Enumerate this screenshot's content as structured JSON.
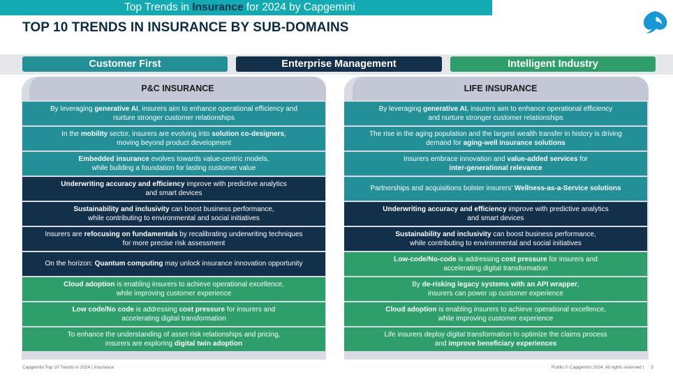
{
  "banner": {
    "pre": "Top Trends in ",
    "highlight": "Insurance",
    "post": " for 2024 by Capgemini"
  },
  "title": "TOP 10 TRENDS IN INSURANCE BY SUB-DOMAINS",
  "logo_icon": "capgemini-spade-icon",
  "categories": [
    {
      "label": "Customer First",
      "color": "#238f97"
    },
    {
      "label": "Enterprise Management",
      "color": "#13304a"
    },
    {
      "label": "Intelligent Industry",
      "color": "#2e9e6a"
    }
  ],
  "pc": {
    "header": "P&C INSURANCE",
    "items": [
      {
        "l1a": "By leveraging ",
        "l1b": "generative AI",
        "l1c": ", insurers aim to enhance operational efficiency and",
        "l2a": "nurture stronger customer relationships",
        "l2b": "",
        "l2c": ""
      },
      {
        "l1a": "In the ",
        "l1b": "mobility",
        "l1c": " sector, insurers are evolving into ",
        "l1d": "solution co-designers",
        "l1e": ",",
        "l2a": "moving beyond product development",
        "l2b": "",
        "l2c": ""
      },
      {
        "l1a": "",
        "l1b": "Embedded insurance",
        "l1c": " evolves towards value-centric models,",
        "l2a": "while building a foundation for lasting customer value",
        "l2b": "",
        "l2c": ""
      },
      {
        "l1a": "",
        "l1b": "Underwriting accuracy and efficiency",
        "l1c": " improve with predictive analytics",
        "l2a": "and smart devices",
        "l2b": "",
        "l2c": ""
      },
      {
        "l1a": "",
        "l1b": "Sustainability and inclusivity",
        "l1c": " can boost business performance,",
        "l2a": "while contributing to environmental and social initiatives",
        "l2b": "",
        "l2c": ""
      },
      {
        "l1a": "Insurers are ",
        "l1b": "refocusing on fundamentals",
        "l1c": " by recalibrating underwriting techniques",
        "l2a": "for more precise risk assessment",
        "l2b": "",
        "l2c": ""
      },
      {
        "l1a": "On the horizon: ",
        "l1b": "Quantum computing",
        "l1c": " may unlock insurance innovation opportunity",
        "l2a": "",
        "l2b": "",
        "l2c": ""
      },
      {
        "l1a": "",
        "l1b": "Cloud adoption",
        "l1c": " is enabling insurers to achieve operational excellence,",
        "l2a": "while improving customer experience",
        "l2b": "",
        "l2c": ""
      },
      {
        "l1a": "",
        "l1b": "Low code/No code",
        "l1c": " is addressing ",
        "l1d": "cost pressure",
        "l1e": " for insurers and",
        "l2a": "accelerating digital transformation",
        "l2b": "",
        "l2c": ""
      },
      {
        "l1a": "To enhance the understanding of asset-risk relationships and pricing,",
        "l1b": "",
        "l1c": "",
        "l2a": "insurers are exploring ",
        "l2b": "digital twin adoption",
        "l2c": ""
      }
    ]
  },
  "life": {
    "header": "LIFE INSURANCE",
    "items": [
      {
        "l1a": "By leveraging ",
        "l1b": "generative AI",
        "l1c": ", insurers aim to enhance operational efficiency",
        "l2a": "and nurture stronger customer relationships",
        "l2b": "",
        "l2c": ""
      },
      {
        "l1a": "The rise in the aging population and the largest wealth transfer in history is driving",
        "l1b": "",
        "l1c": "",
        "l2a": "demand for ",
        "l2b": "aging-well insurance solutions",
        "l2c": ""
      },
      {
        "l1a": "Insurers embrace innovation and ",
        "l1b": "value-added services",
        "l1c": " for",
        "l2a": "",
        "l2b": "inter-generational relevance",
        "l2c": ""
      },
      {
        "l1a": "Partnerships and acquisitions bolster insurers’ ",
        "l1b": "Wellness-as-a-Service solutions",
        "l1c": "",
        "l2a": "",
        "l2b": "",
        "l2c": ""
      },
      {
        "l1a": "",
        "l1b": "Underwriting accuracy and efficiency",
        "l1c": " improve with predictive analytics",
        "l2a": "and smart devices",
        "l2b": "",
        "l2c": ""
      },
      {
        "l1a": "",
        "l1b": "Sustainability and inclusivity",
        "l1c": " can boost business performance,",
        "l2a": "while contributing to environmental and social initiatives",
        "l2b": "",
        "l2c": ""
      },
      {
        "l1a": "",
        "l1b": "Low-code/No-code",
        "l1c": " is addressing ",
        "l1d": "cost pressure",
        "l1e": " for insurers and",
        "l2a": "accelerating digital transformation",
        "l2b": "",
        "l2c": ""
      },
      {
        "l1a": "By ",
        "l1b": "de-risking legacy systems with an API wrapper",
        "l1c": ",",
        "l2a": "insurers can power up customer experience",
        "l2b": "",
        "l2c": ""
      },
      {
        "l1a": "",
        "l1b": "Cloud adoption",
        "l1c": " is enabling insurers to achieve operational excellence,",
        "l2a": "while improving customer experience",
        "l2b": "",
        "l2c": ""
      },
      {
        "l1a": "Life insurers deploy digital transformation to optimize the claims process",
        "l1b": "",
        "l1c": "",
        "l2a": "and ",
        "l2b": "improve beneficiary experiences",
        "l2c": ""
      }
    ]
  },
  "footer": {
    "left": "Capgemini Top 10 Trends in 2024 | Insurance",
    "right": "Public © Capgemini 2024. All rights reserved  |",
    "page": "3"
  }
}
